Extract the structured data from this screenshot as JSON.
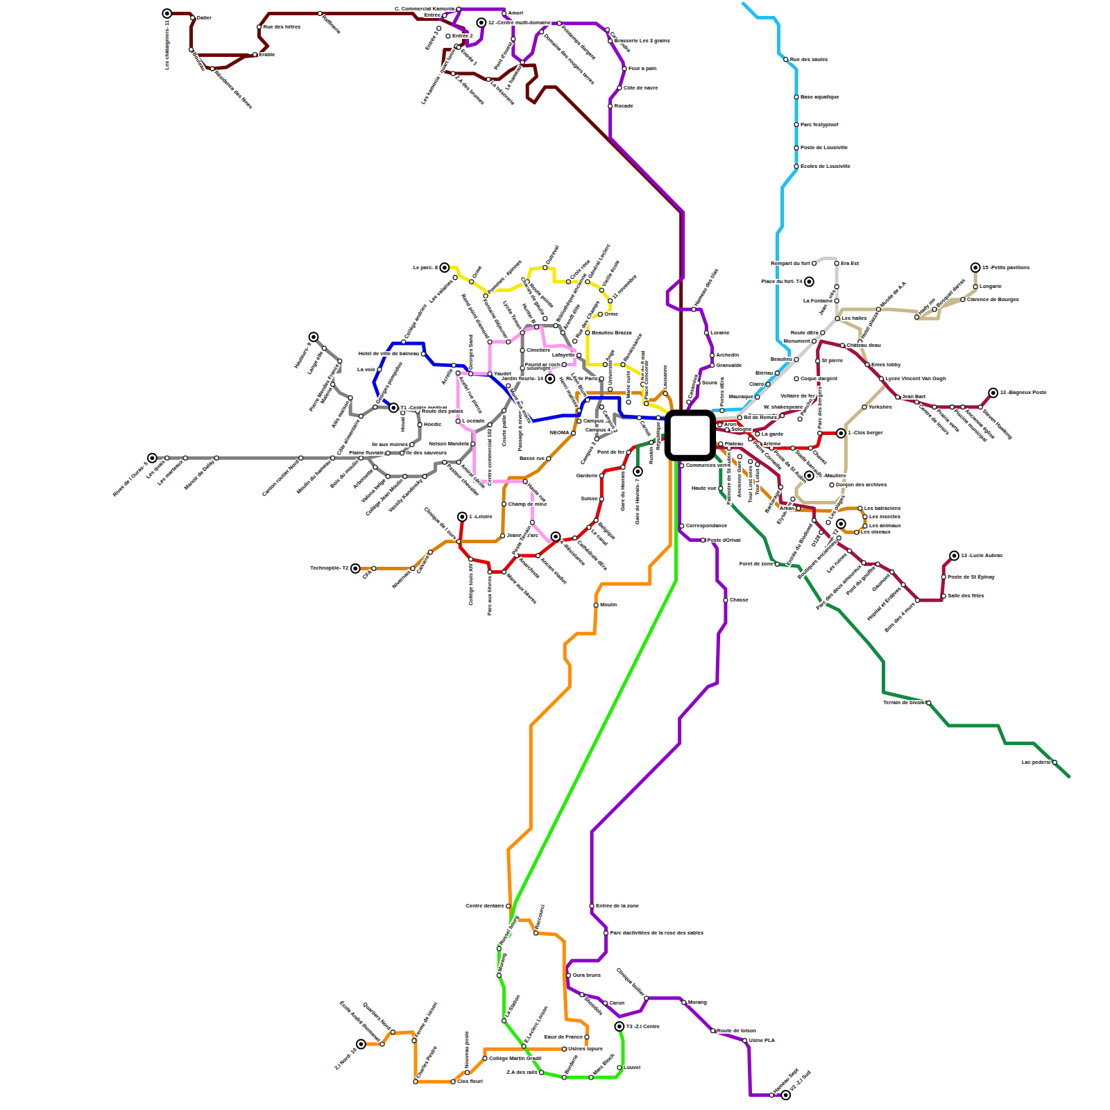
{
  "diagram": {
    "labels": [
      "Les châtaigniers- 11",
      "Datier",
      "Bouleau",
      "Résidence des fènes",
      "Erable",
      "Rue des hêtres",
      "Raffinerie",
      "C. Commercial Kamonia",
      "Entrée",
      "Amori",
      "12 -Centre multi-domaine",
      "Entrée 3",
      "Entrée 2",
      "Les kamonia - quart lunin",
      "Entrée 1",
      "Z.A des brumes",
      "La trésorerie",
      "Pont d'ouest",
      "Le hameau",
      "Domaine des rougers terres",
      "Printemps dargent",
      "Cassandra",
      "Brasserie Les 3 grains",
      "Four a pain",
      "Côte de nacre",
      "Rocade",
      "Hameau des tilas",
      "Loraine",
      "Archedin",
      "Granvalde",
      "Soura",
      "Casanova",
      "Commerces vert",
      "Correspondance",
      "Poste dOrival",
      "Chasse",
      "Entrée de la zone",
      "Parc dactivitées de la rose des sables",
      "Oura bruns",
      "Shoodols",
      "Caron",
      "T3 -Z.I Centre",
      "Clinique boilier",
      "Morang",
      "Route de loison",
      "Usine PLA",
      "Hameau Sept",
      "V2 -Z.I Sud",
      "Rue des saules",
      "Base aquatique",
      "Parc festyploof",
      "Poste de Lousiville",
      "Ecoles de Lousiville",
      "Rempart du fort",
      "Place du fort- T4",
      "Era Est",
      "Jean jaurès",
      "La Fontaine",
      "Les halles",
      "Route dEra",
      "Monument",
      "Beaulieu",
      "Blériau",
      "Clairo",
      "Mauraque",
      "Coque dargent",
      "Musée de A.A",
      "Hady ow",
      "Bosquet darras",
      "Clarence de Bourges",
      "Longarie",
      "15 -Petits pavillons",
      "Hotel plazza",
      "Yorkshire",
      "15 -Maulière",
      "Donjon des archives",
      "Château deau",
      "St pierre",
      "Enies lobby",
      "Lycée Vincent Van Gogh",
      "Jean Bart",
      "Centre de loisirs",
      "Prairie verte",
      "Piscine municipal",
      "Ancienne église",
      "Steven Hawking",
      "13 -Bagneux Poste",
      "Voltaire de fer",
      "W. shakespeare",
      "Gange verte",
      "Parc des bergers",
      "1 -Clos berger",
      "Pancho",
      "Bd de Remes",
      "Portes dEra",
      "Aron",
      "Sologne",
      "La garde",
      "Pierre Corneille",
      "Arlème",
      "Poste de St Aubin",
      "Stade barrault",
      "Chavez",
      "Plateau",
      "Patinoire de St Aubin",
      "Ancienne Gare",
      "Tour Lost ones",
      "Tour Lotus",
      "Haute vue",
      "Barkarage",
      "Elysarium",
      "Arkan",
      "Entrée du Blodomé",
      "D128",
      "Les plages",
      "Blodomé- T2",
      "Boutiques anciennes",
      "Les ruines",
      "Parc des deux amoureux",
      "Pont du gouffre",
      "Gaumont",
      "Hopital et Erdèves",
      "Bois des 4 murs",
      "Salle des fêtes",
      "Poste de St Épinay",
      "13 -Lucie Aubrac",
      "Les batraciens",
      "Les insectes",
      "Les animaux",
      "Les oiseaux",
      "Foret de zone",
      "Terrain de bivoik",
      "Lac pedersi",
      "Hauteurs- 9",
      "Lange elfe",
      "Pierre Mendes France",
      "Malena",
      "Alès maison",
      "Côte alimentaire",
      "Georges pompidou",
      "T1 -Centre médical",
      "Houat",
      "Route des palais",
      "Hoedic",
      "Ile aux moines",
      "Ile des sauveurs",
      "Plaine fluviale",
      "Rives de l Ouras- 5",
      "Les quais",
      "Les marteaux",
      "Manoir de Delay",
      "Canton routier Nord",
      "Moulin du hameau",
      "Bois du moulin",
      "Arboisette",
      "Valona belge",
      "Collège Jean Moulin",
      "Vassily Kandinsky",
      "Pasteur chevalier",
      "Amiral cécile",
      "Nelson Mandela",
      "Centre commercial 102",
      "Courte paille",
      "Passage à niveau",
      "Mont aux morts",
      "Yaudet",
      "Georges Sand",
      "Acrelle",
      "Acefel rue pierce",
      "L océade",
      "Collège andrieu",
      "Hotel de ville de balneau",
      "La voie",
      "Rond point diamond",
      "Fontaine déjeuner",
      "Lycée Temen",
      "Hunter B",
      "Charles de gaulle",
      "Bibliothèque ancienne",
      "Arendt élite",
      "Rue des Champs",
      "Cimetière",
      "Soulnight",
      "Jardin fleuris- 14",
      "Peurid ar roch",
      "Lafayette",
      "Beaulieu Brazza",
      "Orme",
      "Ange",
      "Renaissance",
      "Université",
      "Marie curie",
      "Bd du 8 mai",
      "Place Concorde",
      "Lausanne",
      "Rue de Paris",
      "Léon Blum",
      "Henri matisse",
      "Campus 1",
      "Campus 2",
      "Campus 3",
      "Campus 4",
      "Carnot",
      "République",
      "Ruskin",
      "NEOMA",
      "Basse rue",
      "Pont de fer",
      "Gare du Havrais",
      "Gare de Havrais- 7",
      "Garderie",
      "Suisse",
      "Belgique",
      "Le canal",
      "Cathédrale dEra",
      "4 -Résistance",
      "Ancien viaduc",
      "Anarchiste",
      "Mare aux lièvres",
      "Parc aux lièvres",
      "Collège louis XIV",
      "Clinique de l ours",
      "1 -Leloire",
      "Jeanne d'arc",
      "Champ de mine",
      "Haute rue",
      "Poste Terrain",
      "Calvaire",
      "Nivernais",
      "CFA",
      "Technopôle- T2",
      "Le parc- 8",
      "Les valaines",
      "Orme",
      "Pommes - épinnes",
      "Route pointe",
      "Outreval",
      "Croix rose",
      "Général Leclerc",
      "Vieille école",
      "11 novembre",
      "Moulin",
      "Centre dentaire",
      "Raccourci",
      "Rossel bourg",
      "Morang",
      "La Station",
      "E.Leclerc Loison",
      "Eaux de France",
      "Usines lopure",
      "Z.A des rails",
      "Borderie",
      "Marc Bloch",
      "Louvel",
      "Collège Martin Gradil",
      "Nouveau poste",
      "Clos fleuri",
      "Charles Pestre",
      "Ferme de loison",
      "Quartiers Nord",
      "École André thomenet",
      "Z.I Nord- 10"
    ]
  }
}
